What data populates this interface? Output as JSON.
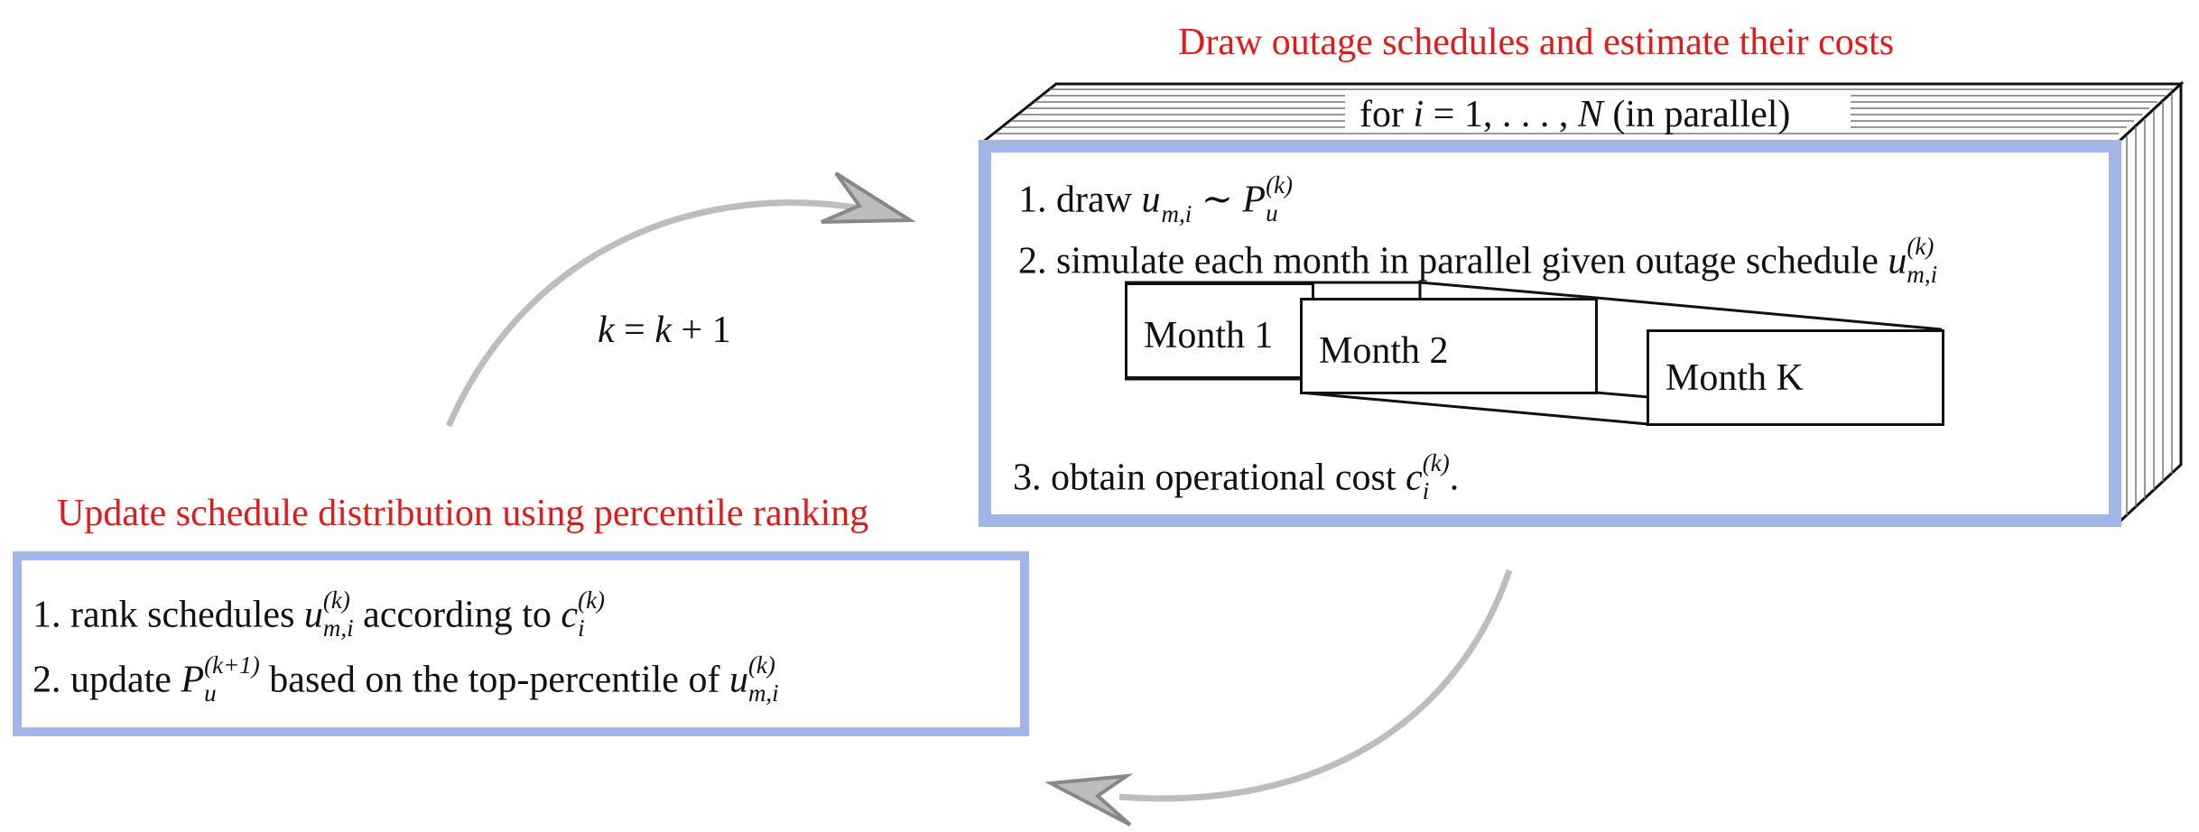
{
  "top_block": {
    "title": "Draw outage schedules and estimate their costs",
    "header": {
      "prefix": "for ",
      "var_i": "i",
      "eq": " = 1, . . . , ",
      "var_N": "N",
      "suffix": " (in parallel)"
    },
    "step1": {
      "num": "1.",
      "text": "draw ",
      "u": "u",
      "u_sub": "m,i",
      "sim": " ∼ ",
      "P": "P",
      "P_sub": "u",
      "P_sup": "(k)"
    },
    "step2": {
      "num": "2.",
      "text": "simulate each month in parallel given outage schedule ",
      "u": "u",
      "u_sub": "m,i",
      "u_sup": "(k)"
    },
    "months": [
      "Month 1",
      "Month 2",
      "Month K"
    ],
    "step3": {
      "num": "3.",
      "text": "obtain operational cost ",
      "c": "c",
      "c_sub": "i",
      "c_sup": "(k)",
      "end": "."
    }
  },
  "bottom_block": {
    "title": "Update schedule distribution using percentile ranking",
    "step1": {
      "num": "1.",
      "text_a": "rank schedules ",
      "u": "u",
      "u_sub": "m,i",
      "u_sup": "(k)",
      "text_b": " according to ",
      "c": "c",
      "c_sub": "i",
      "c_sup": "(k)"
    },
    "step2": {
      "num": "2.",
      "text_a": "update ",
      "P": "P",
      "P_sub": "u",
      "P_sup": "(k+1)",
      "text_b": " based on the top-percentile of ",
      "u": "u",
      "u_sub": "m,i",
      "u_sup": "(k)"
    }
  },
  "loop_label": {
    "k1": "k",
    "eq": " = ",
    "k2": "k",
    "plus": " + 1"
  },
  "colors": {
    "title_red": "#e3191b",
    "frame_blue": "#a2b4e8",
    "arrow_gray": "#bdbdbd",
    "line_black": "#111111"
  }
}
